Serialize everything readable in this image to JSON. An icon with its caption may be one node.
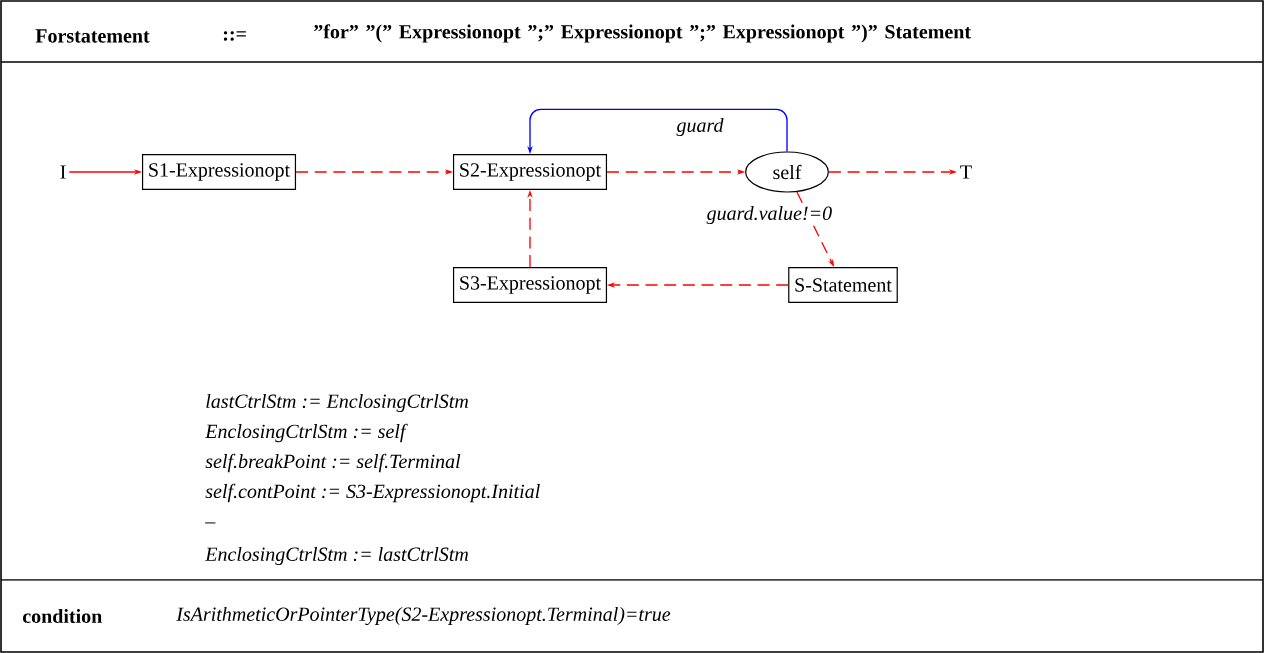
{
  "diagram": {
    "nodes": [
      {
        "text": [
          "I"
        ]
      },
      {
        "text": [
          "S1-Expressionopt"
        ]
      },
      {
        "text": [
          "S2-Expressionopt"
        ]
      },
      {
        "text": [
          "self"
        ]
      },
      {
        "text": [
          "T"
        ]
      },
      {
        "text": [
          "S3-Expressionopt"
        ]
      },
      {
        "text": [
          "S-Statement"
        ]
      }
    ],
    "edges": [
      {
        "from": 0,
        "to": 1,
        "arrow": "to"
      },
      {
        "from": 1,
        "to": 2,
        "arrow": "to",
        "style": "dashed"
      },
      {
        "from": 2,
        "to": 3,
        "arrow": "to",
        "style": "dashed"
      },
      {
        "from": 3,
        "to": 4,
        "arrow": "to",
        "style": "dashed"
      },
      {
        "from": 3,
        "to": 6,
        "arrow": "to",
        "style": "dashed",
        "label": "guard.value!=0"
      },
      {
        "from": 6,
        "to": 5,
        "arrow": "to",
        "style": "dashed"
      },
      {
        "from": 5,
        "to": 2,
        "arrow": "to",
        "style": "dashed"
      },
      {
        "from": 3,
        "to": 2,
        "arrow": "to",
        "color": "#0000ff",
        "label": "guard"
      }
    ],
    "labels": [
      "Forstatement",
      "::=",
      "”for” ”(” Expressionopt ”;” Expressionopt ”;” Expressionopt ”)” Statement",
      "lastCtrlStm := EnclosingCtrlStm",
      "EnclosingCtrlStm := self",
      "self.breakPoint := self.Terminal",
      "self.contPoint := S3-Expressionopt.Initial",
      "–",
      "EnclosingCtrlStm := lastCtrlStm",
      "condition",
      "IsArithmeticOrPointerType(S2-Expressionopt.Terminal)=true"
    ]
  }
}
